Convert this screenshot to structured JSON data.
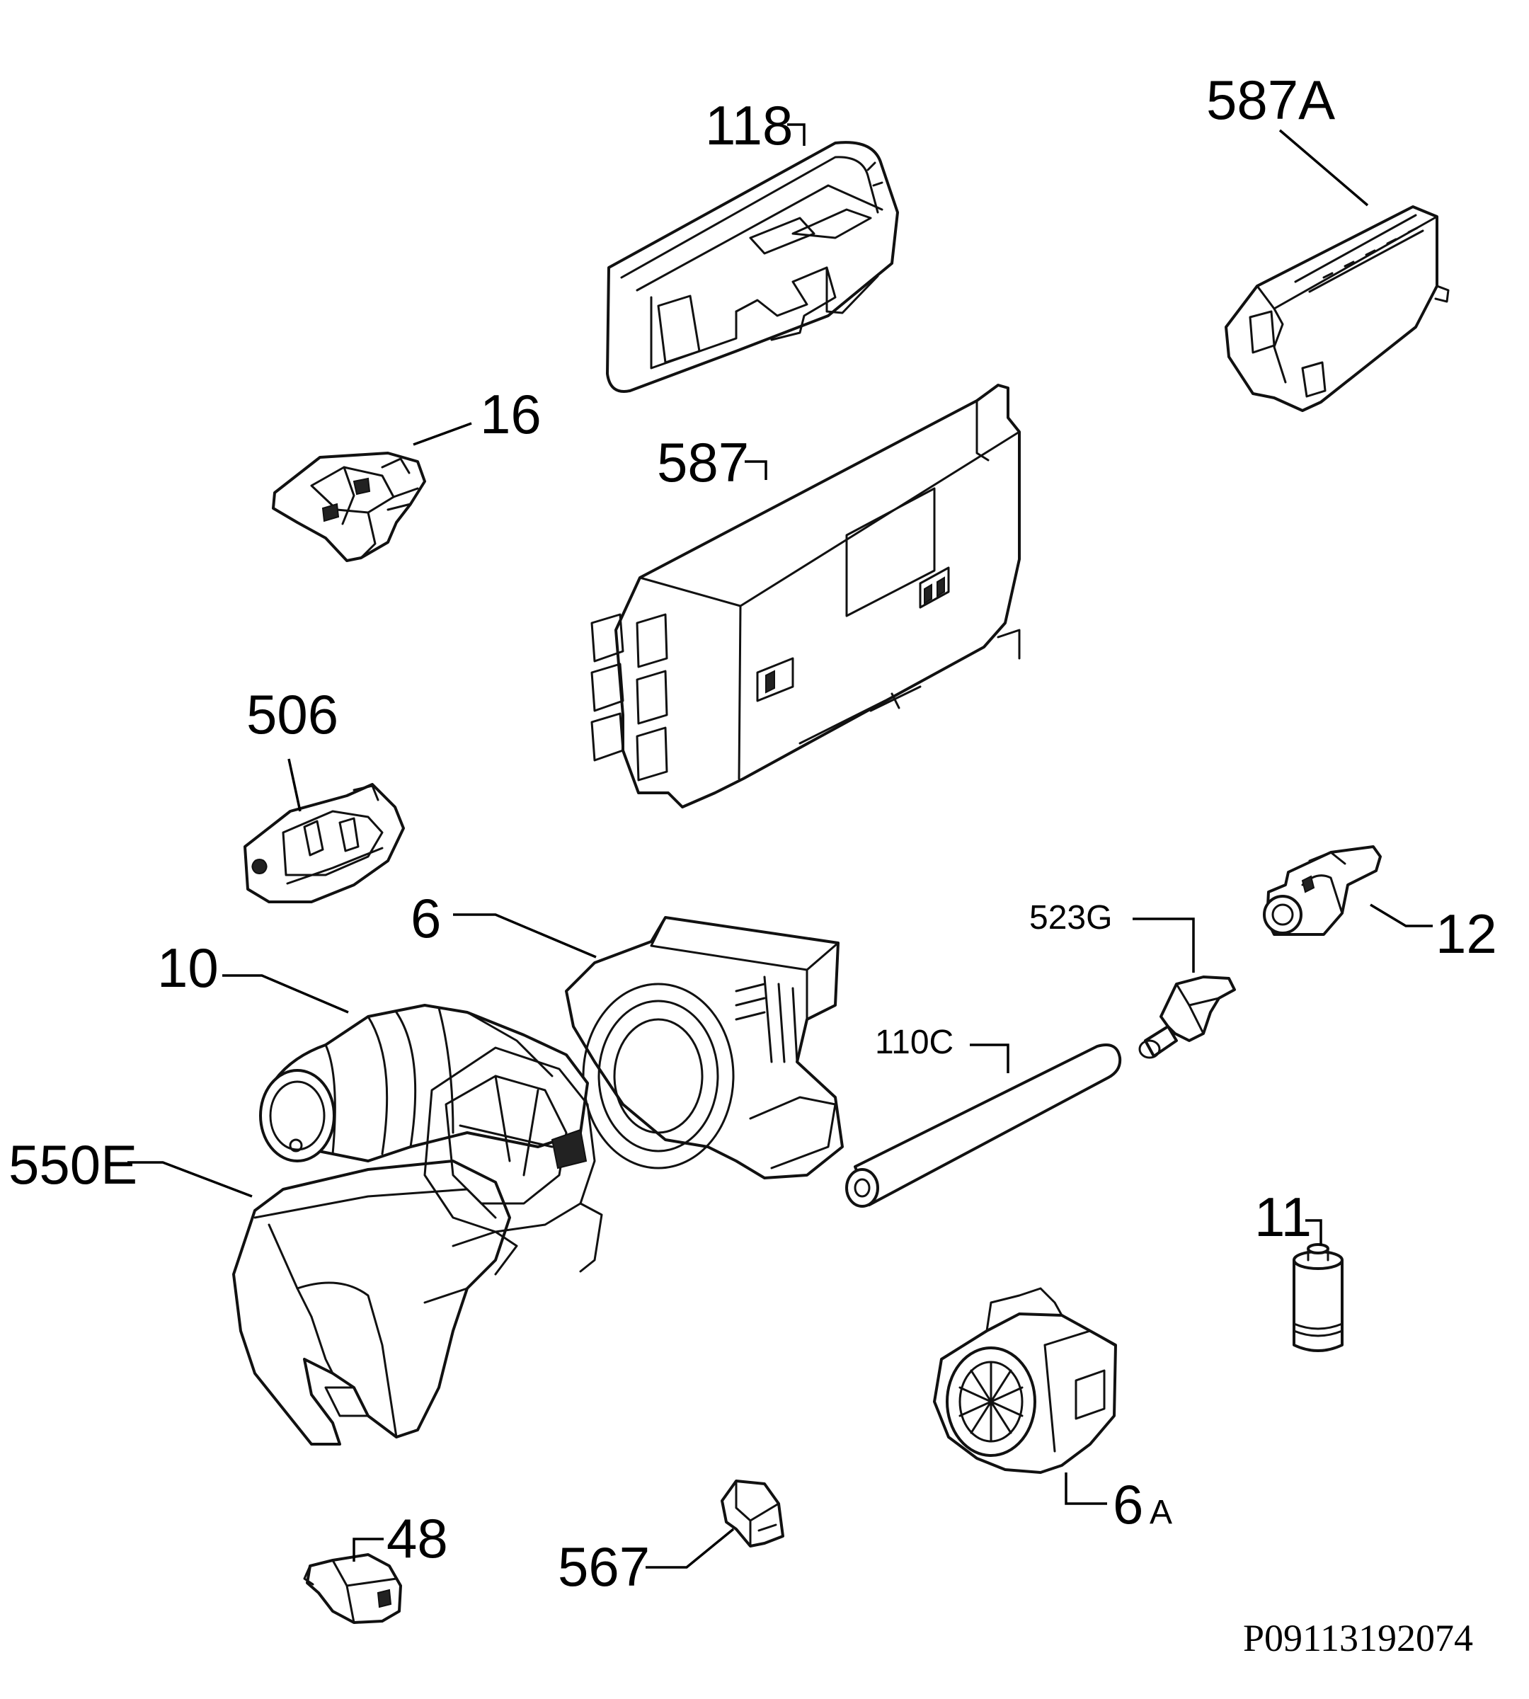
{
  "diagram": {
    "part_labels": {
      "p118": "118",
      "p587a": "587A",
      "p16": "16",
      "p587": "587",
      "p506": "506",
      "p6": "6",
      "p10": "10",
      "p523g": "523G",
      "p12": "12",
      "p110c": "110C",
      "p550e": "550E",
      "p11": "11",
      "p6a_number": "6",
      "p6a_letter": "A",
      "p48": "48",
      "p567": "567"
    },
    "drawing_code": "P09113192074"
  },
  "colors": {
    "background": "#ffffff",
    "line": "#111111"
  }
}
